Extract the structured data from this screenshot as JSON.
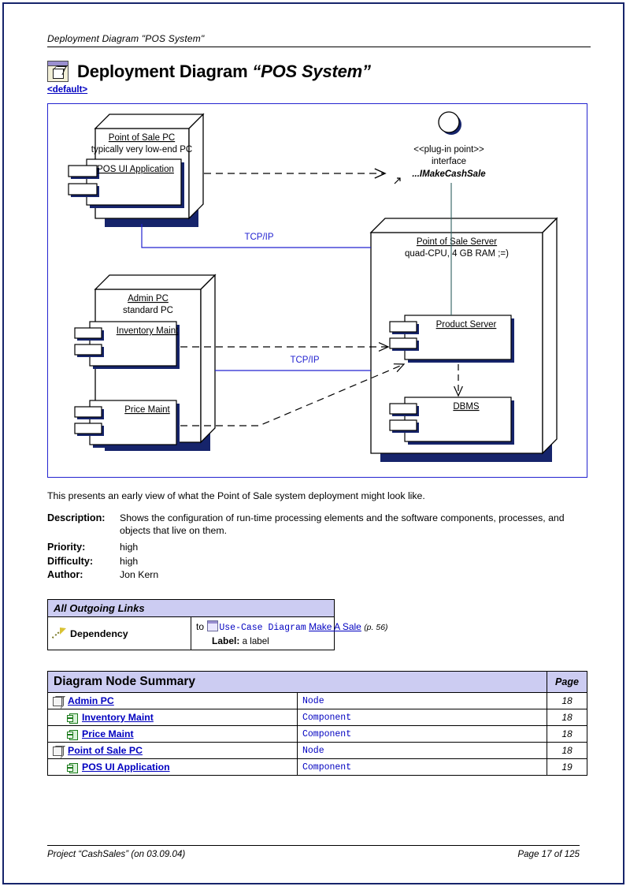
{
  "running_header": "Deployment Diagram \"POS System\"",
  "title": {
    "icon": "deployment-diagram-icon",
    "main": "Deployment Diagram ",
    "quoted": "“POS System”",
    "default_link": "<default>"
  },
  "diagram": {
    "nodes": [
      {
        "id": "pos-pc",
        "name": "Point of Sale PC",
        "subtitle": "typically very low-end PC"
      },
      {
        "id": "admin-pc",
        "name": "Admin PC",
        "subtitle": "standard PC"
      },
      {
        "id": "pos-server",
        "name": "Point of Sale Server",
        "subtitle": "quad-CPU, 4 GB RAM ;=)"
      }
    ],
    "components": [
      {
        "id": "pos-ui",
        "name": "POS UI Application",
        "parent": "pos-pc"
      },
      {
        "id": "inventory-maint",
        "name": "Inventory Maint",
        "parent": "admin-pc"
      },
      {
        "id": "price-maint",
        "name": "Price Maint",
        "parent": "admin-pc"
      },
      {
        "id": "product-server",
        "name": "Product Server",
        "parent": "pos-server"
      },
      {
        "id": "dbms",
        "name": "DBMS",
        "parent": "pos-server"
      }
    ],
    "interface": {
      "stereotype": "<<plug-in point>>",
      "kind": "interface",
      "name": "...IMakeCashSale"
    },
    "associations": [
      {
        "id": "assoc-1",
        "label": "TCP/IP",
        "from": "pos-pc",
        "to": "pos-server"
      },
      {
        "id": "assoc-2",
        "label": "TCP/IP",
        "from": "admin-pc",
        "to": "pos-server"
      }
    ],
    "colors": {
      "frame": "#2323d0",
      "association": "#2323d0",
      "shadow": "#16246b",
      "realization": "#2f5f5f"
    }
  },
  "narrative": "This presents an early view of what the Point of Sale system deployment might look like.",
  "meta": [
    {
      "key": "Description:",
      "value": "Shows the configuration of run-time processing elements and the software components, processes, and objects that live on them."
    },
    {
      "key": "Priority:",
      "value": "high"
    },
    {
      "key": "Difficulty:",
      "value": "high"
    },
    {
      "key": "Author:",
      "value": "Jon Kern"
    }
  ],
  "outgoing_links": {
    "header": "All Outgoing Links",
    "rows": [
      {
        "kind": "Dependency",
        "kind_icon": "dependency-icon",
        "to_prefix": "to",
        "target_icon": "use-case-diagram-icon",
        "target_type": "Use-Case Diagram",
        "target_name": "Make A Sale",
        "target_page": "(p. 56)",
        "label_key": "Label:",
        "label_value": "a label"
      }
    ]
  },
  "summary": {
    "header": "Diagram Node Summary",
    "page_header": "Page",
    "rows": [
      {
        "icon": "node-icon",
        "indent": false,
        "name": "Admin PC",
        "type": "Node",
        "page": "18"
      },
      {
        "icon": "component-icon",
        "indent": true,
        "name": "Inventory Maint",
        "type": "Component",
        "page": "18"
      },
      {
        "icon": "component-icon",
        "indent": true,
        "name": "Price Maint",
        "type": "Component",
        "page": "18"
      },
      {
        "icon": "node-icon",
        "indent": false,
        "name": "Point of Sale PC",
        "type": "Node",
        "page": "18"
      },
      {
        "icon": "component-icon",
        "indent": true,
        "name": "POS UI Application",
        "type": "Component",
        "page": "19"
      }
    ]
  },
  "footer": {
    "left": "Project “CashSales” (on 03.09.04)",
    "right": "Page 17 of 125"
  }
}
